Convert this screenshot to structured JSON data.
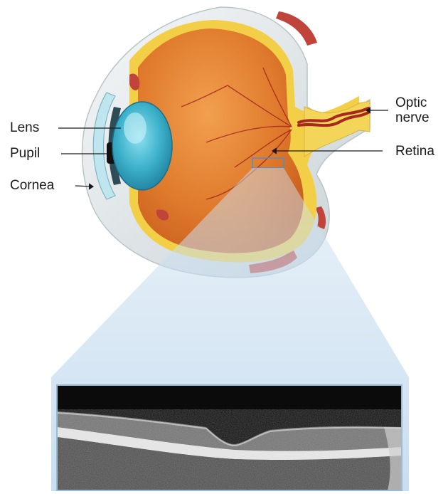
{
  "labels": {
    "lens": "Lens",
    "pupil": "Pupil",
    "cornea": "Cornea",
    "optic_nerve": [
      "Optic",
      "nerve"
    ],
    "retina": "Retina"
  },
  "colors": {
    "vitreous": "#e0792a",
    "sclera": "#e9eef0",
    "choroid_yellow": "#f4d24a",
    "lens_cyan": "#3fb3cc",
    "vessel_red": "#b3261e",
    "zoom_fill": "#c3daee",
    "zoom_box": "#4a8fd6",
    "oct_bg": "#0b0b0b"
  }
}
